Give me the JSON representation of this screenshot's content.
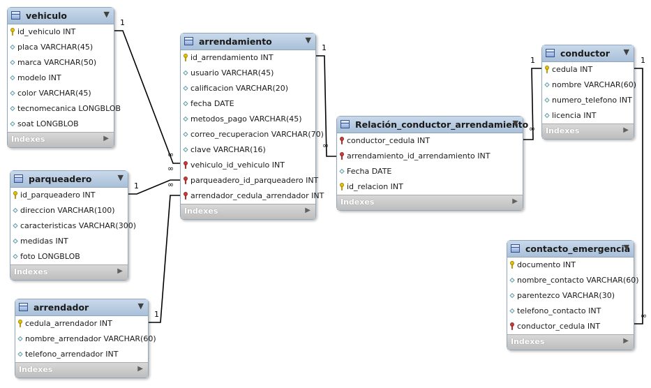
{
  "tables": [
    {
      "name": "vehiculo",
      "columns": [
        {
          "name": "id_vehiculo INT",
          "icon": "primary-key-icon"
        },
        {
          "name": "placa VARCHAR(45)",
          "icon": "column-diamond-icon"
        },
        {
          "name": "marca VARCHAR(50)",
          "icon": "column-diamond-icon"
        },
        {
          "name": "modelo INT",
          "icon": "column-diamond-icon"
        },
        {
          "name": "color VARCHAR(45)",
          "icon": "column-diamond-icon"
        },
        {
          "name": "tecnomecanica LONGBLOB",
          "icon": "column-diamond-icon"
        },
        {
          "name": "soat LONGBLOB",
          "icon": "column-diamond-icon"
        }
      ],
      "indexes_label": "Indexes"
    },
    {
      "name": "parqueadero",
      "columns": [
        {
          "name": "id_parqueadero INT",
          "icon": "primary-key-icon"
        },
        {
          "name": "direccion VARCHAR(100)",
          "icon": "column-diamond-icon"
        },
        {
          "name": "caracteristicas VARCHAR(300)",
          "icon": "column-diamond-icon"
        },
        {
          "name": "medidas INT",
          "icon": "column-diamond-icon"
        },
        {
          "name": "foto LONGBLOB",
          "icon": "column-diamond-icon"
        }
      ],
      "indexes_label": "Indexes"
    },
    {
      "name": "arrendador",
      "columns": [
        {
          "name": "cedula_arrendador INT",
          "icon": "primary-key-icon"
        },
        {
          "name": "nombre_arrendador VARCHAR(60)",
          "icon": "column-diamond-icon"
        },
        {
          "name": "telefono_arrendador INT",
          "icon": "column-diamond-icon"
        }
      ],
      "indexes_label": "Indexes"
    },
    {
      "name": "arrendamiento",
      "columns": [
        {
          "name": "id_arrendamiento INT",
          "icon": "primary-key-icon"
        },
        {
          "name": "usuario VARCHAR(45)",
          "icon": "column-diamond-icon"
        },
        {
          "name": "calificacion VARCHAR(20)",
          "icon": "column-diamond-icon"
        },
        {
          "name": "fecha DATE",
          "icon": "column-diamond-icon"
        },
        {
          "name": "metodos_pago VARCHAR(45)",
          "icon": "column-diamond-icon"
        },
        {
          "name": "correo_recuperacion VARCHAR(70)",
          "icon": "column-diamond-icon"
        },
        {
          "name": "clave VARCHAR(16)",
          "icon": "column-diamond-icon"
        },
        {
          "name": "vehiculo_id_vehiculo INT",
          "icon": "foreign-key-icon"
        },
        {
          "name": "parqueadero_id_parqueadero INT",
          "icon": "foreign-key-icon"
        },
        {
          "name": "arrendador_cedula_arrendador INT",
          "icon": "foreign-key-icon"
        }
      ],
      "indexes_label": "Indexes"
    },
    {
      "name": "Relación_conductor_arrendamiento",
      "columns": [
        {
          "name": "conductor_cedula INT",
          "icon": "foreign-key-icon"
        },
        {
          "name": "arrendamiento_id_arrendamiento INT",
          "icon": "foreign-key-icon"
        },
        {
          "name": "Fecha DATE",
          "icon": "column-diamond-icon"
        },
        {
          "name": "id_relacion INT",
          "icon": "primary-key-icon"
        }
      ],
      "indexes_label": "Indexes"
    },
    {
      "name": "conductor",
      "columns": [
        {
          "name": "cedula INT",
          "icon": "primary-key-icon"
        },
        {
          "name": "nombre VARCHAR(60)",
          "icon": "column-diamond-icon"
        },
        {
          "name": "numero_telefono INT",
          "icon": "column-diamond-icon"
        },
        {
          "name": "licencia INT",
          "icon": "column-diamond-icon"
        }
      ],
      "indexes_label": "Indexes"
    },
    {
      "name": "contacto_emergencia",
      "columns": [
        {
          "name": "documento INT",
          "icon": "primary-key-icon"
        },
        {
          "name": "nombre_contacto VARCHAR(60)",
          "icon": "column-diamond-icon"
        },
        {
          "name": "parentezco VARCHAR(30)",
          "icon": "column-diamond-icon"
        },
        {
          "name": "telefono_contacto INT",
          "icon": "column-diamond-icon"
        },
        {
          "name": "conductor_cedula INT",
          "icon": "foreign-key-icon"
        }
      ],
      "indexes_label": "Indexes"
    }
  ],
  "relationships": [
    {
      "from": "vehiculo",
      "to": "arrendamiento",
      "one": "1",
      "many": "∞"
    },
    {
      "from": "parqueadero",
      "to": "arrendamiento",
      "one": "1",
      "many": "∞"
    },
    {
      "from": "arrendador",
      "to": "arrendamiento",
      "one": "1",
      "many": "∞"
    },
    {
      "from": "arrendamiento",
      "to": "Relación_conductor_arrendamiento",
      "one": "1",
      "many": "∞"
    },
    {
      "from": "conductor",
      "to": "Relación_conductor_arrendamiento",
      "one": "1",
      "many": "∞"
    },
    {
      "from": "conductor",
      "to": "contacto_emergencia",
      "one": "1",
      "many": "∞"
    }
  ]
}
